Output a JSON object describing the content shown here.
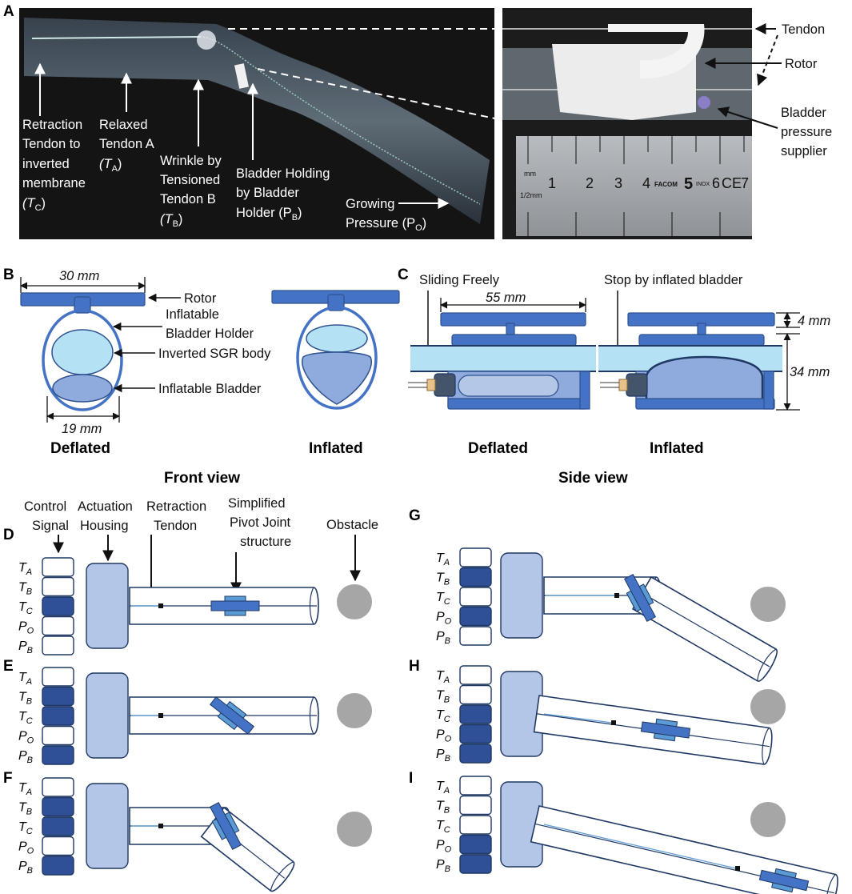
{
  "panel_letters": [
    "A",
    "B",
    "C",
    "D",
    "E",
    "F",
    "G",
    "H",
    "I"
  ],
  "panel_a": {
    "photo_left_labels": [
      [
        "Retraction",
        "Tendon to",
        "inverted",
        "membrane",
        "(T",
        "C",
        ")"
      ],
      [
        "Relaxed",
        "Tendon A",
        "(T",
        "A",
        ")"
      ],
      [
        "Wrinkle by",
        "Tensioned",
        "Tendon B",
        "(T",
        "B",
        ")"
      ],
      [
        "Bladder Holding",
        "by Bladder",
        "Holder (P",
        "B",
        ")"
      ],
      [
        "Growing",
        "Pressure (P",
        "O",
        ")"
      ]
    ],
    "photo_right_labels": {
      "tendon": "Tendon",
      "rotor": "Rotor",
      "bladder_supplier": [
        "Bladder",
        "pressure",
        "supplier"
      ]
    },
    "ruler_text": {
      "mm": "mm",
      "half_mm": "1/2mm",
      "digits": [
        "1",
        "2",
        "3",
        "4",
        "5",
        "6",
        "7"
      ],
      "brand": "FACOM",
      "inox": "INOX",
      "ce": "CE"
    }
  },
  "panel_b": {
    "width_dim": "30 mm",
    "bottom_dim": "19 mm",
    "rotor": "Rotor",
    "bladder_holder": [
      "Inflatable",
      "Bladder Holder"
    ],
    "sgr_body": "Inverted SGR body",
    "bladder": "Inflatable Bladder",
    "deflated": "Deflated",
    "inflated": "Inflated",
    "view": "Front view"
  },
  "panel_c": {
    "sliding": "Sliding Freely",
    "stop": "Stop by inflated bladder",
    "length_dim": "55 mm",
    "top_dim": "4 mm",
    "height_dim": "34 mm",
    "deflated": "Deflated",
    "inflated": "Inflated",
    "view": "Side view"
  },
  "panel_d_headers": {
    "control": [
      "Control",
      "Signal"
    ],
    "actuation": [
      "Actuation",
      "Housing"
    ],
    "retraction": [
      "Retraction",
      "Tendon"
    ],
    "pivot": [
      "Simplified",
      "Pivot Joint",
      "structure"
    ],
    "obstacle": "Obstacle"
  },
  "signal_names": [
    [
      "T",
      "A"
    ],
    [
      "T",
      "B"
    ],
    [
      "T",
      "C"
    ],
    [
      "P",
      "O"
    ],
    [
      "P",
      "B"
    ]
  ],
  "signal_states": {
    "D": [
      0,
      0,
      1,
      0,
      0
    ],
    "E": [
      0,
      1,
      1,
      0,
      1
    ],
    "F": [
      0,
      1,
      1,
      0,
      1
    ],
    "G": [
      0,
      1,
      0,
      1,
      0
    ],
    "H": [
      0,
      0,
      1,
      1,
      1
    ],
    "I": [
      0,
      0,
      0,
      1,
      1
    ]
  },
  "colors": {
    "signal_on": "#2f4f96",
    "signal_off": "#ffffff",
    "housing": "#b3c6e7",
    "rotor": "#4472c4",
    "light_blue": "#b4e2f4",
    "bladder": "#8faadc",
    "obstacle": "#a6a6a6",
    "photo_bg": "#141414"
  }
}
